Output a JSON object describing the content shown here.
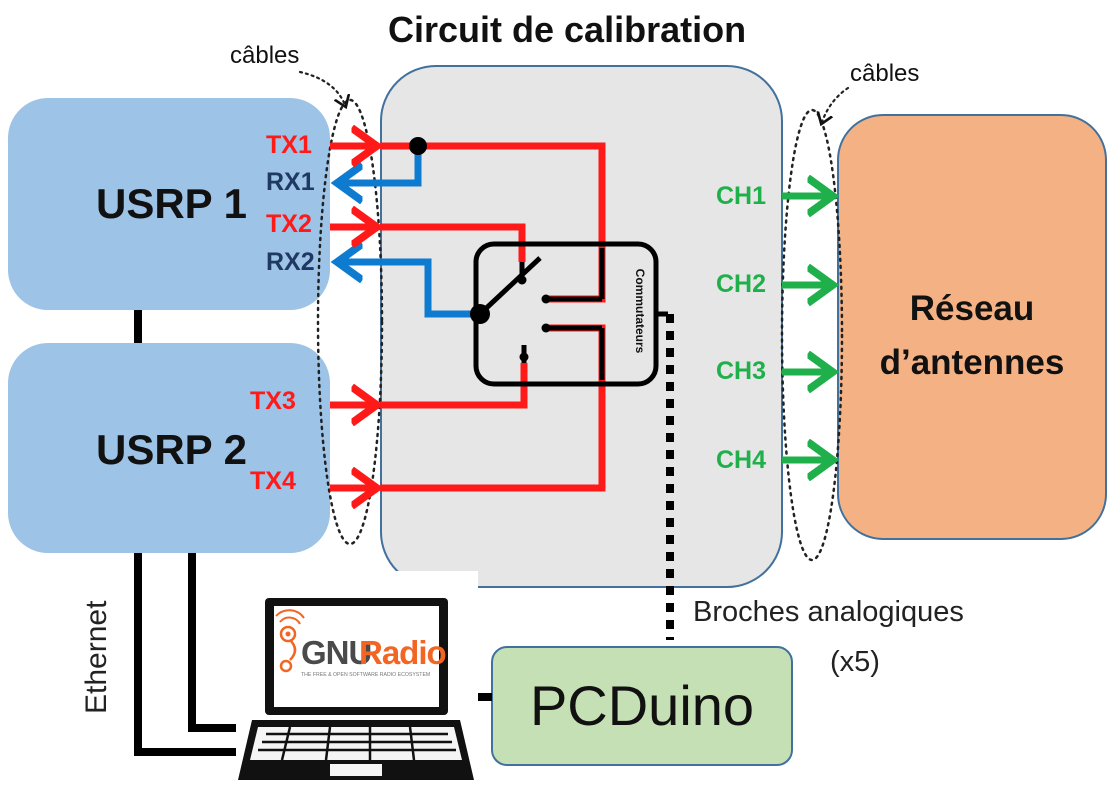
{
  "title": "Circuit de calibration",
  "cables_left": "câbles",
  "cables_right": "câbles",
  "usrp1": "USRP 1",
  "usrp2": "USRP 2",
  "tx1": "TX1",
  "rx1": "RX1",
  "tx2": "TX2",
  "rx2": "RX2",
  "tx3": "TX3",
  "tx4": "TX4",
  "ch1": "CH1",
  "ch2": "CH2",
  "ch3": "CH3",
  "ch4": "CH4",
  "antenna_line1": "Réseau",
  "antenna_line2": "d’antennes",
  "switch_label": "Commutateurs",
  "analog_line1": "Broches analogiques",
  "analog_line2": "(x5)",
  "pcduino": "PCDuino",
  "ethernet": "Ethernet",
  "gnuradio_gnu": "GNU",
  "gnuradio_radio": "Radio",
  "gnuradio_tagline": "THE FREE & OPEN SOFTWARE RADIO ECOSYSTEM",
  "colors": {
    "tx": "#ff1a1a",
    "rx": "#0d7bd0",
    "rx_label": "#1f3864",
    "ch": "#1fb04b",
    "usrp_box": "#9dc3e6",
    "circuit_box": "#e6e6e6",
    "antenna_box": "#f4b183",
    "pcduino_box": "#c5e0b4",
    "gnuradio_orange": "#f26522"
  }
}
